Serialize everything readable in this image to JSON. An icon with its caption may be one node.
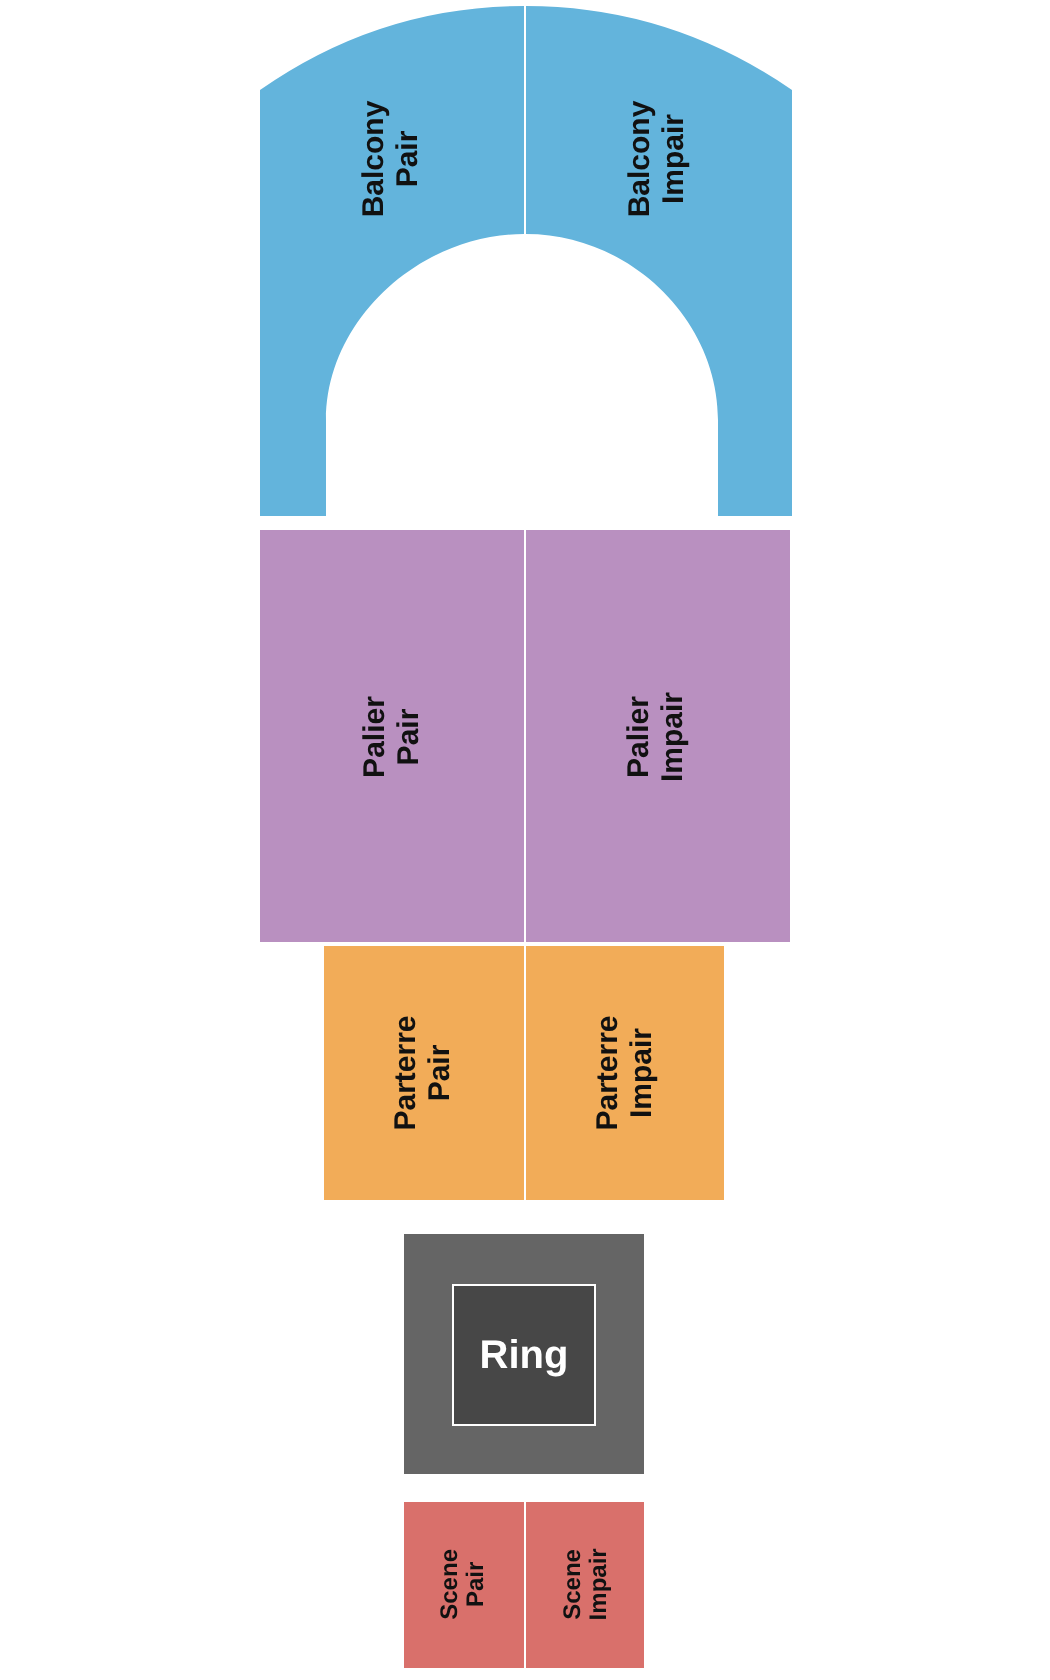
{
  "diagram": {
    "nodes": [
      {
        "text": [
          "Balcony Pair"
        ]
      },
      {
        "text": [
          "Balcony Impair"
        ]
      },
      {
        "text": [
          "Palier Pair"
        ]
      },
      {
        "text": [
          "Palier Impair"
        ]
      },
      {
        "text": [
          "Parterre Pair"
        ]
      },
      {
        "text": [
          "Parterre Impair"
        ]
      },
      {
        "text": [],
        "shape": "box"
      },
      {
        "text": [
          "Ring"
        ],
        "in": 6
      },
      {
        "text": [
          "Scene Pair"
        ]
      },
      {
        "text": [
          "Scene Impair"
        ]
      }
    ],
    "edges": []
  }
}
